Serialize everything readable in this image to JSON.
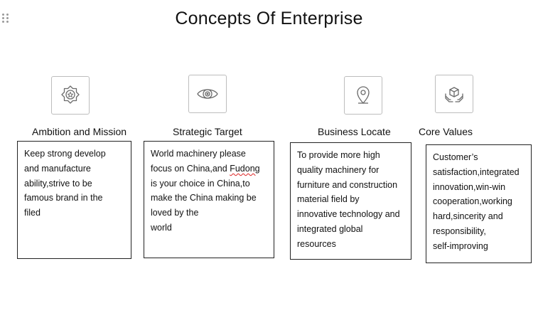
{
  "page": {
    "title": "Concepts Of Enterprise"
  },
  "columns": [
    {
      "icon": "medal-badge-icon",
      "heading": "Ambition and Mission",
      "lines": [
        "Keep strong develop",
        "and manufacture",
        "ability,strive to be",
        "famous brand in the",
        "filed"
      ]
    },
    {
      "icon": "target-eye-icon",
      "heading": "Strategic Target",
      "lines": [
        "World machinery please",
        "focus on China,and ",
        "is your choice in China,to",
        "make the China making be",
        "loved by the",
        "world"
      ],
      "misspelled_word": "Fudong"
    },
    {
      "icon": "location-pin-icon",
      "heading": "Business Locate",
      "lines": [
        "To provide more high",
        "quality machinery for",
        "furniture and construction",
        "material field by",
        "innovative technology and",
        "integrated global",
        "resources"
      ]
    },
    {
      "icon": "hands-cube-icon",
      "heading": "Core Values",
      "lines": [
        "Customer’s",
        "satisfaction,integrated",
        "innovation,win-win",
        "cooperation,working",
        "hard,sincerity and",
        "responsibility,",
        "self-improving"
      ]
    }
  ],
  "colors": {
    "text": "#111111",
    "icon_stroke": "#6b6b6b",
    "icon_border": "#bdbdbd",
    "card_border": "#222222",
    "spellcheck_underline": "#dd2222"
  }
}
